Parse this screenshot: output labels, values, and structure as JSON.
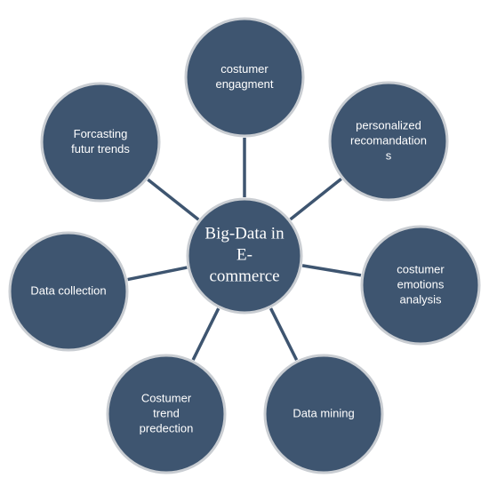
{
  "colors": {
    "node_fill": "#3e5570",
    "node_stroke": "#c9cdd2",
    "connector": "#3e5570",
    "text": "#ffffff"
  },
  "center": {
    "lines": [
      "Big-Data in",
      "E-",
      "commerce"
    ]
  },
  "nodes": [
    {
      "id": "costumer-engagment",
      "lines": [
        "costumer",
        "engagment"
      ]
    },
    {
      "id": "personalized-recomandations",
      "lines": [
        "personalized",
        "recomandation",
        "s"
      ]
    },
    {
      "id": "costumer-emotions-analysis",
      "lines": [
        "costumer",
        "emotions",
        "analysis"
      ]
    },
    {
      "id": "data-mining",
      "lines": [
        "Data mining"
      ]
    },
    {
      "id": "costumer-trend-predection",
      "lines": [
        "Costumer",
        "trend",
        "predection"
      ]
    },
    {
      "id": "data-collection",
      "lines": [
        "Data collection"
      ]
    },
    {
      "id": "forcasting-futur-trends",
      "lines": [
        "Forcasting",
        "futur trends"
      ]
    }
  ]
}
